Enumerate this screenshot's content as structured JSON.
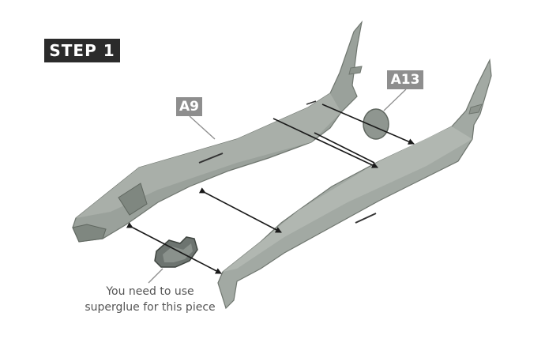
{
  "step": {
    "label": "STEP 1"
  },
  "parts": {
    "a9": "A9",
    "a13": "A13"
  },
  "note": {
    "line1": "You need to use",
    "line2": "superglue for this piece"
  },
  "colors": {
    "plastic": "#9aa19b",
    "plastic_shadow": "#7f8780",
    "badge": "#2b2b2b",
    "label": "#8e8e8e",
    "arrow": "#1a1a1a"
  }
}
